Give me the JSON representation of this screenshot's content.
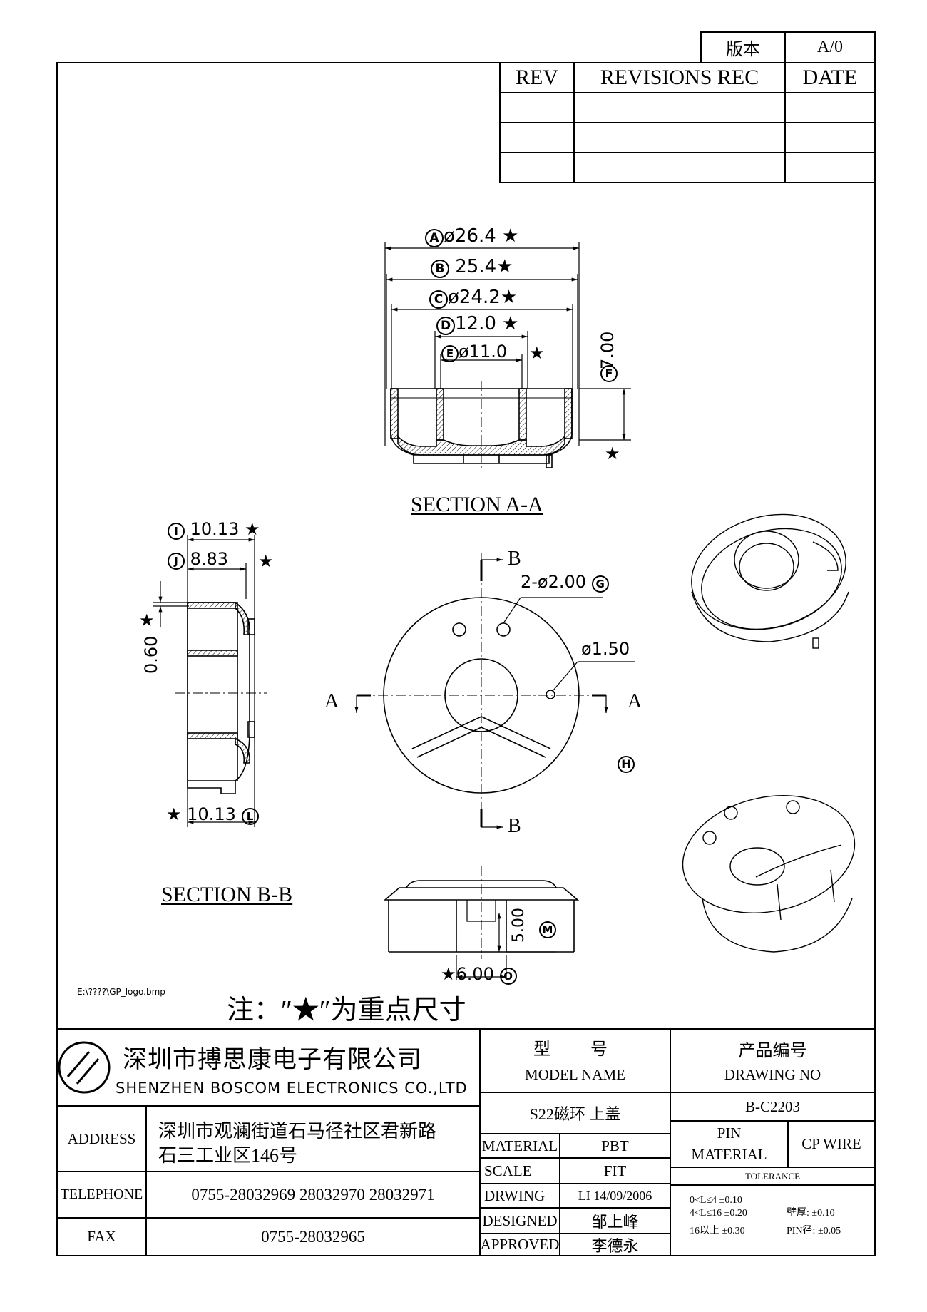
{
  "version_box": {
    "label": "版本",
    "value": "A/0"
  },
  "revisions": {
    "rev": "REV",
    "rec": "REVISIONS REC",
    "date": "DATE"
  },
  "section_aa": {
    "title": "SECTION A-A",
    "dims": {
      "A": {
        "tag": "A",
        "text": "ø26.4"
      },
      "B": {
        "tag": "B",
        "text": "25.4"
      },
      "C": {
        "tag": "C",
        "text": "ø24.2"
      },
      "D": {
        "tag": "D",
        "text": "12.0"
      },
      "E": {
        "tag": "E",
        "text": "ø11.0"
      },
      "F": {
        "tag": "F",
        "text": "7.00"
      }
    }
  },
  "section_bb": {
    "title": "SECTION B-B",
    "dims": {
      "I": {
        "tag": "I",
        "text": "10.13"
      },
      "J": {
        "tag": "J",
        "text": "8.83"
      },
      "K": {
        "text": "0.60"
      },
      "L": {
        "tag": "L",
        "text": "10.13"
      }
    }
  },
  "top_view": {
    "cut_b": "B",
    "cut_a": "A",
    "hole_g": {
      "text": "2-ø2.00",
      "tag": "G"
    },
    "hole_pin": {
      "text": "ø1.50"
    },
    "tag_h": "H"
  },
  "bottom_view": {
    "M": {
      "tag": "M",
      "text": "5.00"
    },
    "O": {
      "tag": "O",
      "text": "6.00"
    }
  },
  "star": "★",
  "file_path": "E:\\????\\GP_logo.bmp",
  "note": "注：″★″为重点尺寸",
  "company": {
    "name_cn": "深圳市搏思康电子有限公司",
    "name_en": "SHENZHEN BOSCOM ELECTRONICS CO.,LTD"
  },
  "address": {
    "label": "ADDRESS",
    "line1": "深圳市观澜街道石马径社区君新路",
    "line2": "石三工业区146号"
  },
  "telephone": {
    "label": "TELEPHONE",
    "value": "0755-28032969 28032970 28032971"
  },
  "fax": {
    "label": "FAX",
    "value": "0755-28032965"
  },
  "model": {
    "header_cn_1": "型",
    "header_cn_2": "号",
    "header_en": "MODEL NAME",
    "value": "S22磁环 上盖"
  },
  "drawing_no": {
    "header_cn": "产品编号",
    "header_en": "DRAWING NO",
    "value": "B-C2203"
  },
  "info": [
    {
      "label": "MATERIAL",
      "value": "PBT"
    },
    {
      "label": "SCALE",
      "value": "FIT"
    },
    {
      "label": "DRWING",
      "value": "LI 14/09/2006"
    },
    {
      "label": "DESIGNED",
      "value": "邹上峰"
    },
    {
      "label": "APPROVED",
      "value": "李德永"
    }
  ],
  "pin_material": {
    "label1": "PIN",
    "label2": "MATERIAL",
    "value": "CP WIRE"
  },
  "tolerance": {
    "title": "TOLERANCE",
    "r1": "0<L≤4  ±0.10",
    "r2": "4<L≤16 ±0.20",
    "r2b": "壁厚:  ±0.10",
    "r3": "16以上   ±0.30",
    "r3b": "PIN径: ±0.05"
  }
}
